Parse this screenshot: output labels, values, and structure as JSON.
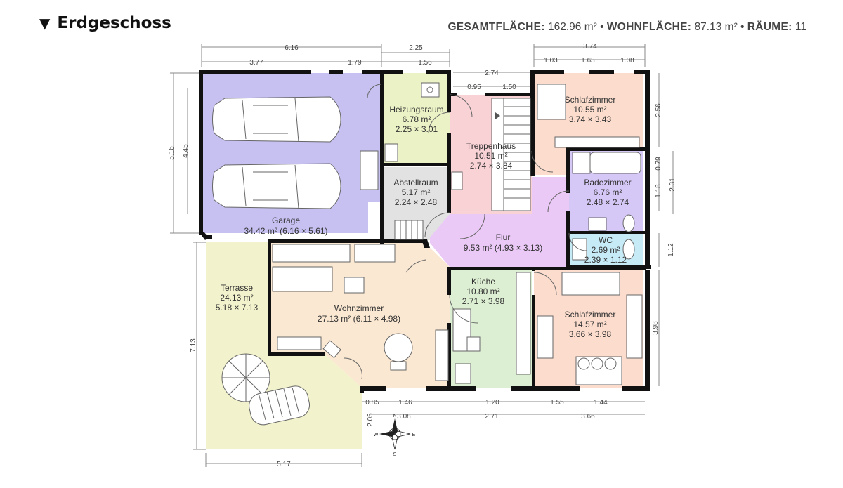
{
  "header": {
    "collapse_icon": "triangle-down-icon",
    "title": "Erdgeschoss"
  },
  "stats": {
    "total_label": "GESAMTFLÄCHE:",
    "total_value": "162.96 m²",
    "sep1": "•",
    "living_label": "WOHNFLÄCHE:",
    "living_value": "87.13 m²",
    "sep2": "•",
    "rooms_label": "RÄUME:",
    "rooms_value": "11"
  },
  "rooms": {
    "garage": {
      "name": "Garage",
      "info": "34.42 m² (6.16 × 5.61)",
      "color": "#c7c1f2"
    },
    "heizungsraum": {
      "name": "Heizungsraum",
      "area": "6.78 m²",
      "size": "2.25 × 3.01",
      "color": "#eaf2c6"
    },
    "treppenhaus": {
      "name": "Treppenhaus",
      "area": "10.51 m²",
      "size": "2.74 × 3.84",
      "color": "#f9d2d6"
    },
    "schlafzimmer1": {
      "name": "Schlafzimmer",
      "area": "10.55 m²",
      "size": "3.74 × 3.43",
      "color": "#fbdccd"
    },
    "abstellraum": {
      "name": "Abstellraum",
      "area": "5.17 m²",
      "size": "2.24 × 2.48",
      "color": "#e2e2e2"
    },
    "badezimmer": {
      "name": "Badezimmer",
      "area": "6.76 m²",
      "size": "2.48 × 2.74",
      "color": "#d6c8f6"
    },
    "flur": {
      "name": "Flur",
      "info": "9.53 m² (4.93 × 3.13)",
      "color": "#ebc9f7"
    },
    "wc": {
      "name": "WC",
      "area": "2.69 m²",
      "size": "2.39 × 1.12",
      "color": "#c6eaf6"
    },
    "terrasse": {
      "name": "Terrasse",
      "area": "24.13 m²",
      "size": "5.18 × 7.13",
      "color": "#f2f2cc"
    },
    "wohnzimmer": {
      "name": "Wohnzimmer",
      "info": "27.13 m² (6.11 × 4.98)",
      "color": "#fbe8d2"
    },
    "kueche": {
      "name": "Küche",
      "area": "10.80 m²",
      "size": "2.71 × 3.98",
      "color": "#dcefd2"
    },
    "schlafzimmer2": {
      "name": "Schlafzimmer",
      "area": "14.57 m²",
      "size": "3.66 × 3.98",
      "color": "#fbdccd"
    }
  },
  "dimensions": {
    "top_616": "6.16",
    "top_377": "3.77",
    "top_179": "1.79",
    "top_225": "2.25",
    "top_156": "1.56",
    "top_274": "2.74",
    "top_095": "0.95",
    "top_150": "1.50",
    "top_374": "3.74",
    "top_103": "1.03",
    "top_163": "1.63",
    "top_108": "1.08",
    "left_516": "5.16",
    "left_445": "4.45",
    "right_256": "2.56",
    "right_079": "0.79",
    "right_231": "2.31",
    "right_118": "1.18",
    "right_112": "1.12",
    "right_398": "3.98",
    "left_713": "7.13",
    "bottom_085": "0.85",
    "bottom_146": "1.46",
    "bottom_120": "1.20",
    "bottom_155": "1.55",
    "bottom_144": "1.44",
    "bottom_205": "2.05",
    "bottom_308": "3.08",
    "bottom_271": "2.71",
    "bottom_366": "3.66",
    "bottom_517": "5.17"
  },
  "compass": {
    "icon": "compass-rose-icon",
    "n": "N",
    "e": "E",
    "s": "S",
    "w": "W"
  }
}
